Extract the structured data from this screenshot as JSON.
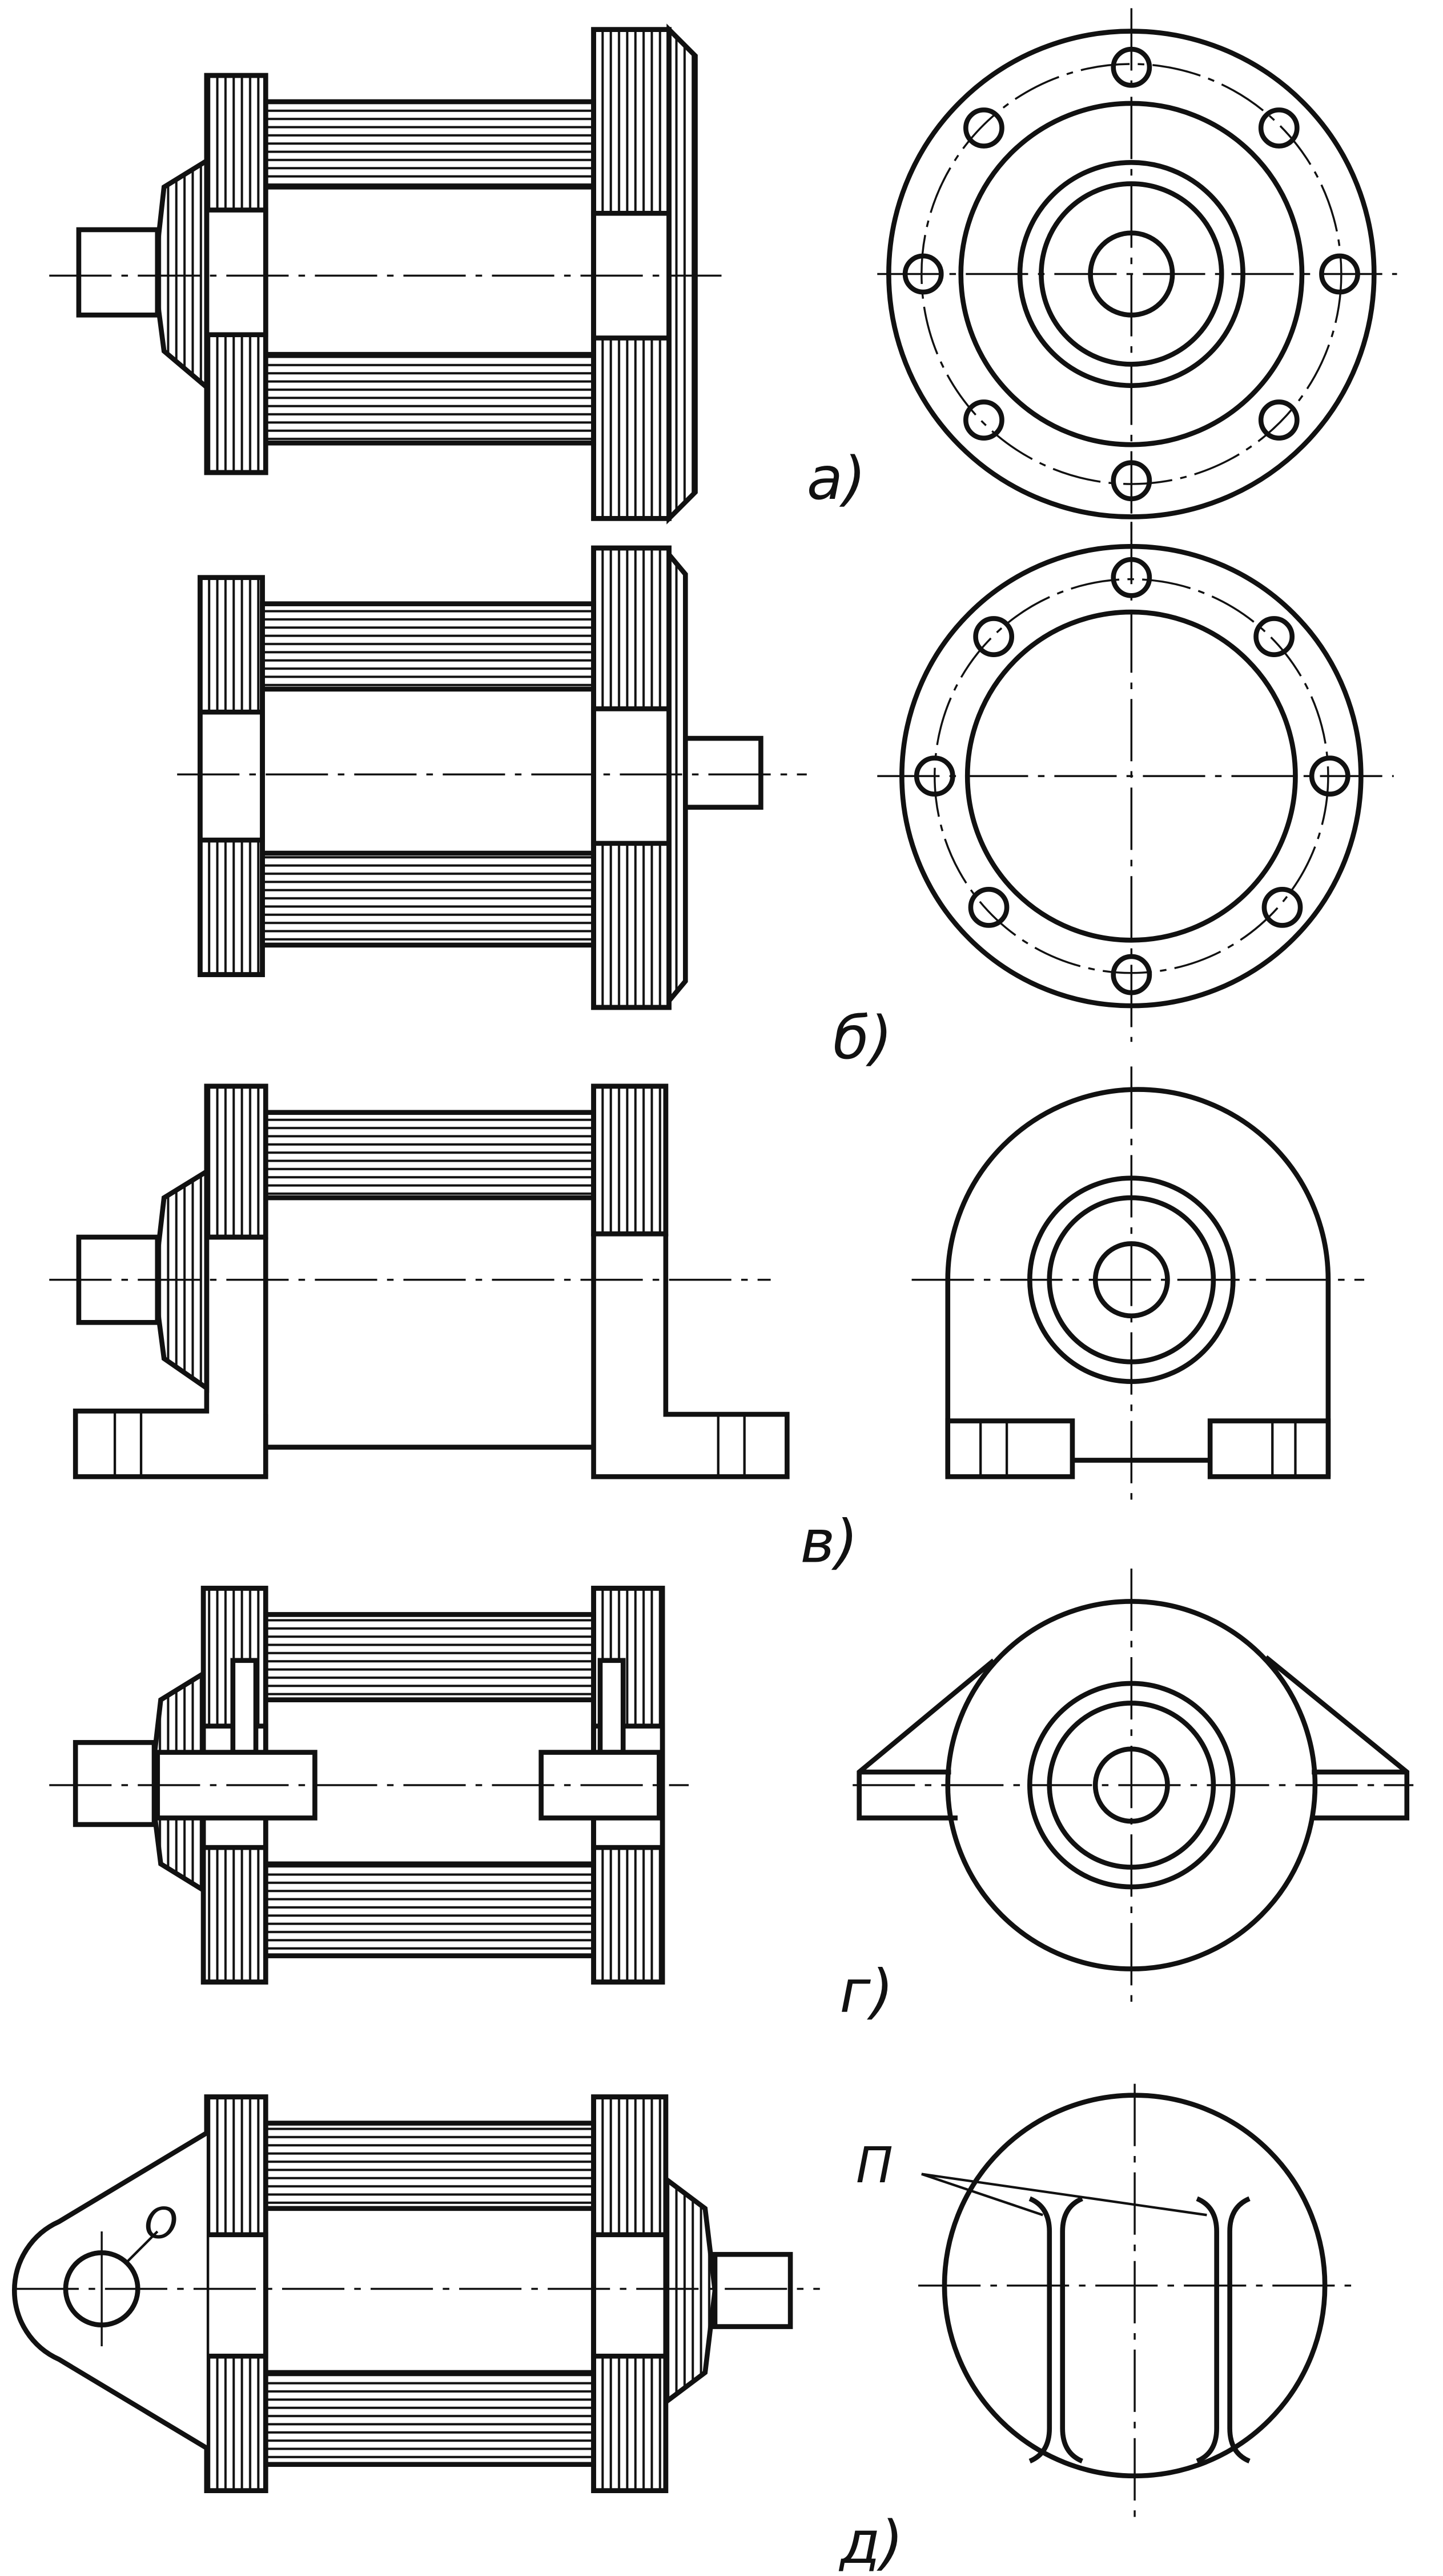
{
  "labels": {
    "a": "а)",
    "b": "б)",
    "v": "в)",
    "g": "г)",
    "d": "д)",
    "hole": "О",
    "ribs": "П"
  },
  "colors": {
    "ink": "#111111",
    "paper": "#ffffff"
  }
}
